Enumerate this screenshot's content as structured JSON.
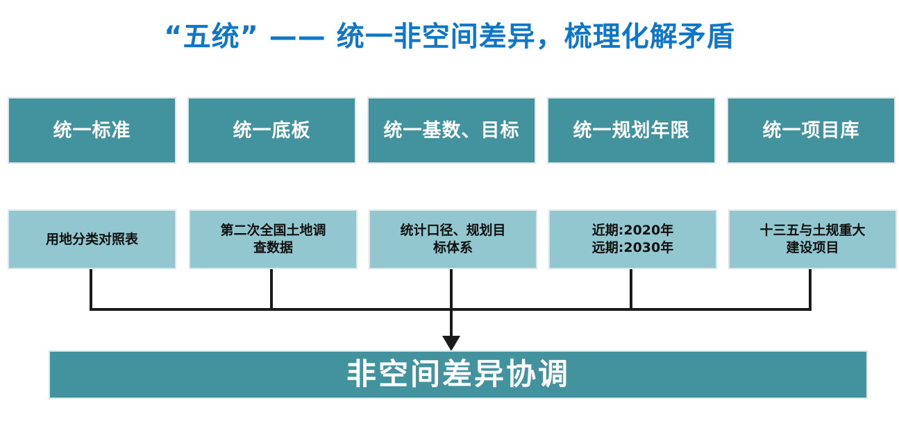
{
  "title": {
    "text": "“五统” —— 统一非空间差异，梳理化解矛盾",
    "color": "#1077c8"
  },
  "colors": {
    "teal": "#43939f",
    "light_blue": "#92c7cf",
    "title_blue": "#1077c8",
    "box_border": "#d7e7ea",
    "connector": "#1a1a1a"
  },
  "top_row": {
    "boxes": [
      {
        "label": "统一标准"
      },
      {
        "label": "统一底板"
      },
      {
        "label": "统一基数、目标"
      },
      {
        "label": "统一规划年限"
      },
      {
        "label": "统一项目库"
      }
    ]
  },
  "middle_row": {
    "boxes": [
      {
        "line1": "用地分类对照表",
        "line2": ""
      },
      {
        "line1": "第二次全国土地调",
        "line2": "查数据"
      },
      {
        "line1": "统计口径、规划目",
        "line2": "标体系"
      },
      {
        "line1": "近期:2020年",
        "line2": "远期:2030年"
      },
      {
        "line1": "十三五与土规重大",
        "line2": "建设项目"
      }
    ]
  },
  "bottom_bar": {
    "label": "非空间差异协调"
  }
}
